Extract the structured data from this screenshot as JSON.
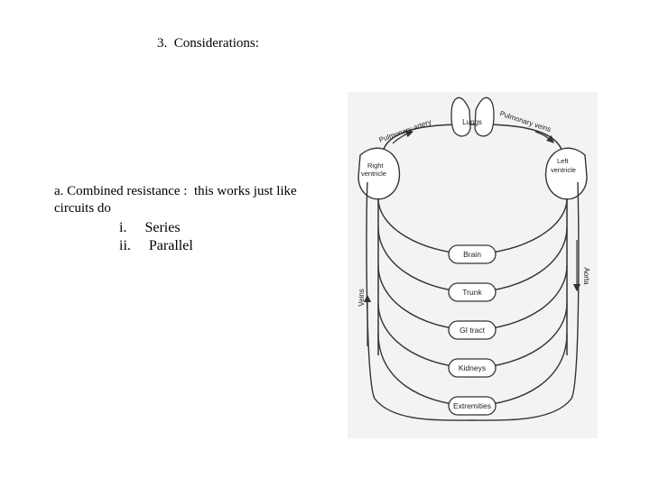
{
  "slide": {
    "title": "3.  Considerations:",
    "body": {
      "line1": "a. Combined resistance :  this works just like",
      "line2": "circuits do",
      "items": [
        {
          "marker": "i.",
          "text": "Series"
        },
        {
          "marker": "ii.",
          "text": "Parallel"
        }
      ]
    }
  },
  "figure": {
    "labels": {
      "pulmonary_artery": "Pulmonary artery",
      "lungs": "Lungs",
      "pulmonary_veins": "Pulmonary veins",
      "right_ventricle_1": "Right",
      "right_ventricle_2": "ventricle",
      "left_ventricle_1": "Left",
      "left_ventricle_2": "ventricle",
      "veins": "Veins",
      "aorta": "Aorta"
    },
    "organs": [
      "Brain",
      "Trunk",
      "GI tract",
      "Kidneys",
      "Extremities"
    ]
  }
}
